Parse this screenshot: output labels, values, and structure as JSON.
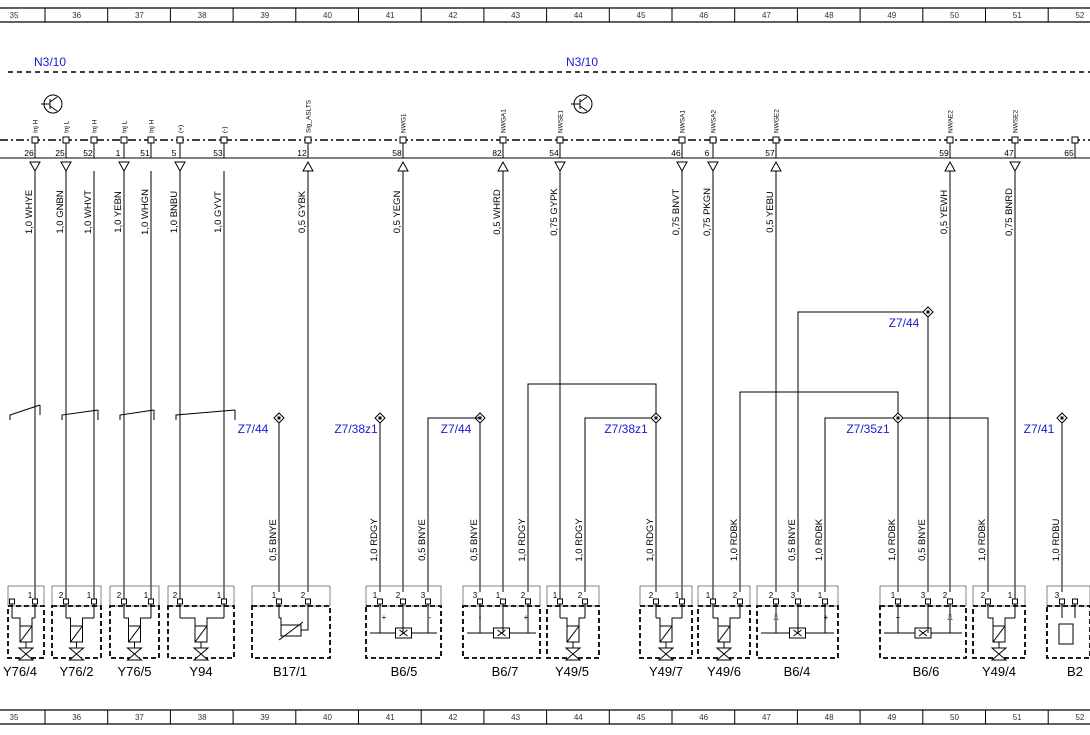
{
  "ruler": {
    "numbers": [
      "35",
      "36",
      "37",
      "38",
      "39",
      "40",
      "41",
      "42",
      "43",
      "44",
      "45",
      "46",
      "47",
      "48",
      "49",
      "50",
      "51",
      "52"
    ]
  },
  "module": {
    "name_left": "N3/10",
    "name_right": "N3/10"
  },
  "pins": [
    {
      "label": "Inj H",
      "num": "26"
    },
    {
      "label": "Inj L",
      "num": "25"
    },
    {
      "label": "Inj H",
      "num": "52"
    },
    {
      "label": "Inj L",
      "num": "1"
    },
    {
      "label": "Inj H",
      "num": "51"
    },
    {
      "label": "(+)",
      "num": "5"
    },
    {
      "label": "(-)",
      "num": "53"
    },
    {
      "label": "Sig_ASLTS",
      "num": "12"
    },
    {
      "label": "NWG1",
      "num": "58"
    },
    {
      "label": "NWGA1",
      "num": "82"
    },
    {
      "label": "NWSE1",
      "num": "54"
    },
    {
      "label": "NWSA1",
      "num": "46"
    },
    {
      "label": "NWSA2",
      "num": "6"
    },
    {
      "label": "NWGE2",
      "num": "57"
    },
    {
      "label": "NWAE2",
      "num": "59"
    },
    {
      "label": "NWSE2",
      "num": "47"
    },
    {
      "label": "",
      "num": "65"
    }
  ],
  "wires_top": [
    "1,0 WHYE",
    "1,0 GNBN",
    "1,0 WHVT",
    "1,0 YEBN",
    "1,0 WHGN",
    "1,0 BNBU",
    "1,0 GYVT",
    "0,5 GYBK",
    "0,5 YEGN",
    "0,5 WHRD",
    "0,75 GYPK",
    "0,75 BNVT",
    "0,75 PKGN",
    "0,5 YEBU",
    "0,5 YEWH",
    "0,75 BNRD"
  ],
  "wires_bottom": [
    "0,5 BNYE",
    "1,0 RDGY",
    "0,5 BNYE",
    "0,5 BNYE",
    "1,0 RDGY",
    "1,0 RDGY",
    "1,0 RDGY",
    "1,0 RDBK",
    "0,5 BNYE",
    "1,0 RDBK",
    "1,0 RDBK",
    "0,5 BNYE",
    "1,0 RDBK",
    "1,0 RDBU"
  ],
  "splices": [
    "Z7/44",
    "Z7/44",
    "Z7/38z1",
    "Z7/44",
    "Z7/38z1",
    "Z7/35z1",
    "Z7/41"
  ],
  "components": [
    "Y76/4",
    "Y76/2",
    "Y76/5",
    "Y94",
    "B17/1",
    "B6/5",
    "B6/7",
    "Y49/5",
    "Y49/7",
    "Y49/6",
    "B6/4",
    "B6/6",
    "Y49/4",
    "B2"
  ],
  "colors": {
    "line": "#000000",
    "label_blue": "#1a1ad6"
  }
}
